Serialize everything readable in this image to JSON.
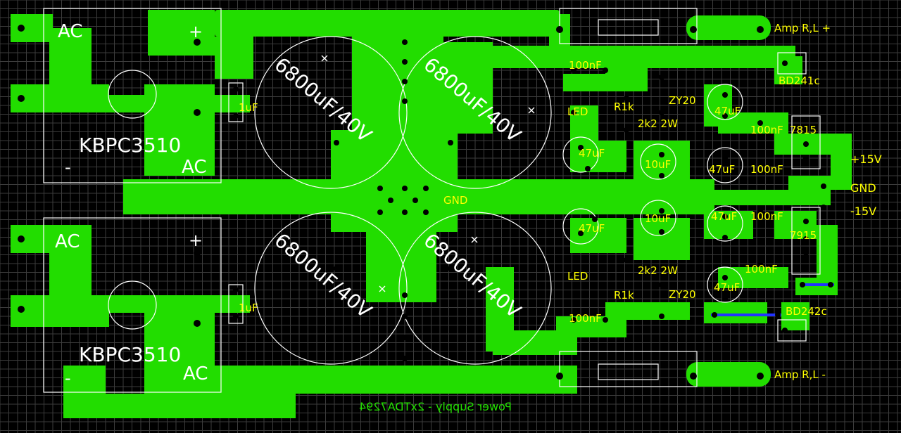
{
  "board": {
    "title": "Power Supply - 2xTDA7294",
    "colors": {
      "background": "#000000",
      "copper": "#22dd00",
      "grid": "#3c3c3c",
      "silkscreen": "#ffffff",
      "labels": "#ffff00",
      "jumper": "#2233ff"
    }
  },
  "rectifiers": [
    {
      "part": "KBPC3510",
      "ac_top": "AC",
      "plus": "+",
      "minus": "-",
      "ac_bottom": "AC"
    },
    {
      "part": "KBPC3510",
      "ac_top": "AC",
      "plus": "+",
      "minus": "-",
      "ac_bottom": "AC"
    }
  ],
  "capacitors_large": [
    "6800uF/40V",
    "6800uF/40V",
    "6800uF/40V",
    "6800uF/40V"
  ],
  "labels": {
    "c_1uf_top": "1uF",
    "c_1uf_bottom": "1uF",
    "gnd_center": "GND",
    "c_100nf_1": "100nF",
    "c_100nf_2": "100nF",
    "c_100nf_3": "100nF",
    "c_100nf_4": "100nF",
    "c_100nf_5": "100nF",
    "c_100nf_6": "100nF",
    "led_top": "LED",
    "led_bottom": "LED",
    "r1k_top": "R1k",
    "r1k_bottom": "R1k",
    "c_47uf_1": "47uF",
    "c_47uf_2": "47uF",
    "c_47uf_3": "47uF",
    "c_47uf_4": "47uF",
    "c_47uf_5": "47uF",
    "c_47uf_6": "47uF",
    "c_10uf_top": "10uF",
    "c_10uf_bottom": "10uF",
    "zener_top": "ZY20",
    "zener_bottom": "ZY20",
    "res_2k2_top": "2k2 2W",
    "res_2k2_bottom": "2k2 2W",
    "reg_pos": "7815",
    "reg_neg": "7915",
    "trans_pos": "BD241c",
    "trans_neg": "BD242c",
    "out_plus15": "+15V",
    "out_gnd": "GND",
    "out_minus15": "-15V",
    "amp_plus": "Amp R,L +",
    "amp_minus": "Amp R,L -"
  }
}
